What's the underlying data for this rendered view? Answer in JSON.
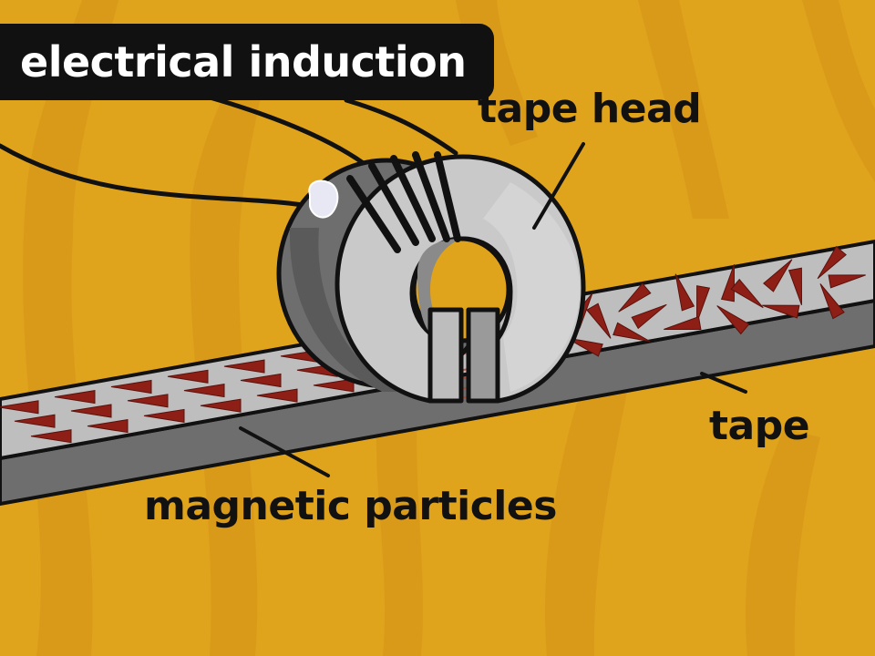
{
  "title": "electrical induction",
  "labels": {
    "tape_head": "tape head",
    "tape": "tape",
    "magnetic_particles": "magnetic particles"
  },
  "colors": {
    "background": "#E0A31C",
    "background_streak": "#D4941A",
    "tape_face": "#BEBEBE",
    "tape_edge": "#6E6E6E",
    "head_light": "#C9C9C9",
    "head_dark": "#8A8A8A",
    "particle": "#8E1F16",
    "field_lines": "#B0472F",
    "outline": "#111111"
  }
}
